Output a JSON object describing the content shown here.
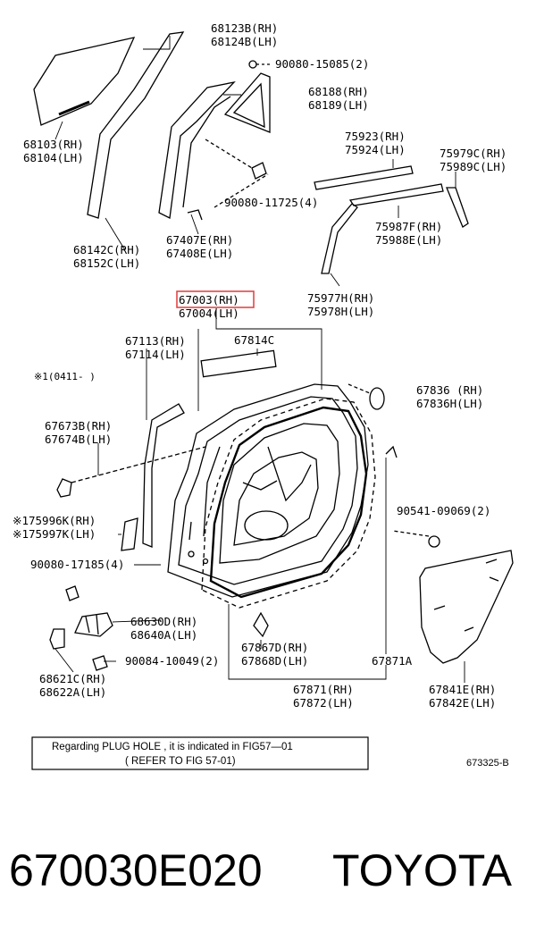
{
  "labels": {
    "l68123b": "68123B(RH)",
    "l68124b": "68124B(LH)",
    "l90080_15085": "90080-15085(2)",
    "l68188": "68188(RH)",
    "l68189": "68189(LH)",
    "l68103": "68103(RH)",
    "l68104": "68104(LH)",
    "l75923": "75923(RH)",
    "l75924": "75924(LH)",
    "l75979c": "75979C(RH)",
    "l75989c": "75989C(LH)",
    "l90080_11725": "90080-11725(4)",
    "l68142c": "68142C(RH)",
    "l68152c": "68152C(LH)",
    "l67407e": "67407E(RH)",
    "l67408e": "67408E(LH)",
    "l75987f": "75987F(RH)",
    "l75988e": "75988E(LH)",
    "l67003": "67003(RH)",
    "l67004": "67004(LH)",
    "l75977h": "75977H(RH)",
    "l75978h": "75978H(LH)",
    "l67113": "67113(RH)",
    "l67114": "67114(LH)",
    "l67814c": "67814C",
    "l0411": "※1(0411-   )",
    "l67836": "67836  (RH)",
    "l67836h": "67836H(LH)",
    "l67673b": "67673B(RH)",
    "l67674b": "67674B(LH)",
    "l90541": "90541-09069(2)",
    "l75996k": "※175996K(RH)",
    "l75997k": "※175997K(LH)",
    "l90080_17185": "90080-17185(4)",
    "l68630d": "68630D(RH)",
    "l68640a": "68640A(LH)",
    "l67867d": "67867D(RH)",
    "l67868d": "67868D(LH)",
    "l67871a": "67871A",
    "l68621c": "68621C(RH)",
    "l68622a": "68622A(LH)",
    "l90084": "90084-10049(2)",
    "l67871": "67871(RH)",
    "l67872": "67872(LH)",
    "l67841e": "67841E(RH)",
    "l67842e": "67842E(LH)"
  },
  "note": {
    "line1": "Regarding  PLUG HOLE , it is indicated  in  FIG57—01",
    "line2": "( REFER  TO  FIG  57-01)"
  },
  "figure_code": "673325-B",
  "footer": {
    "part_number": "670030E020",
    "brand": "TOYOTA"
  },
  "highlight_color": "#e03c3c"
}
